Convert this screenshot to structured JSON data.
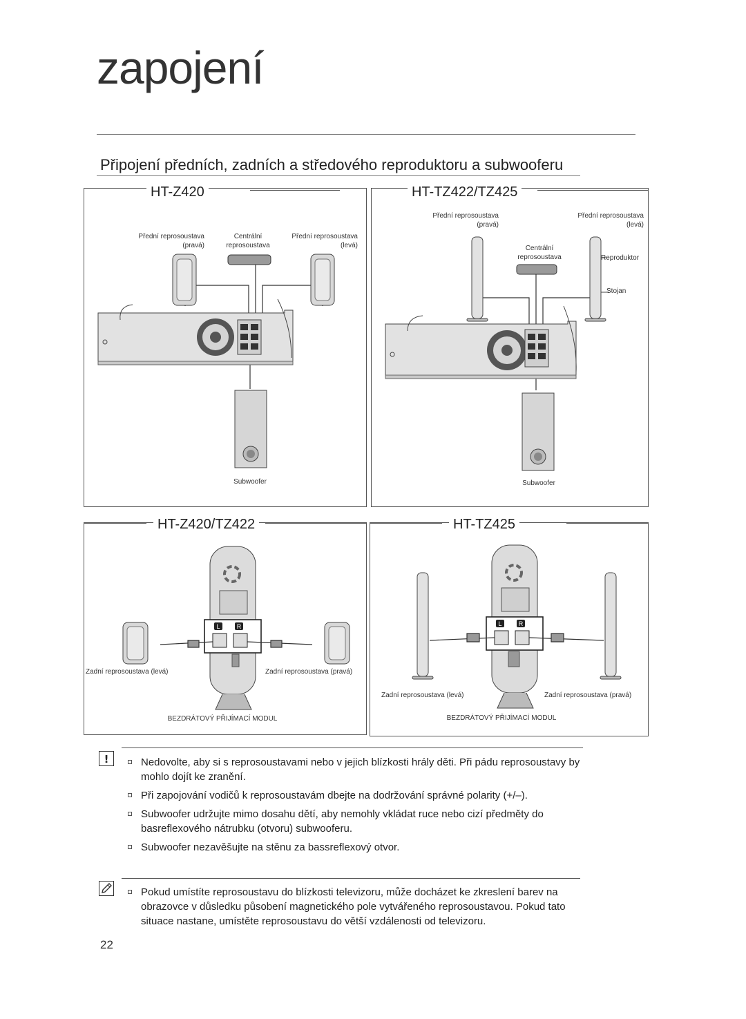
{
  "header": {
    "section_title": "zapojení",
    "subtitle": "Připojení předních, zadních a středového reproduktoru a subwooferu"
  },
  "diagrams": {
    "front_left": {
      "heading": "HT-Z420",
      "front_right_line1": "Přední reprosoustava",
      "front_right_line2": "(pravá)",
      "center_line1": "Centrální",
      "center_line2": "reprosoustava",
      "front_left_line1": "Přední reprosoustava",
      "front_left_line2": "(levá)",
      "subwoofer": "Subwoofer"
    },
    "front_right": {
      "heading": "HT-TZ422/TZ425",
      "front_right_line1": "Přední reprosoustava",
      "front_right_line2": "(pravá)",
      "front_left_line1": "Přední reprosoustava",
      "front_left_line2": "(levá)",
      "center_line1": "Centrální",
      "center_line2": "reprosoustava",
      "speaker_label": "Reproduktor",
      "stand_label": "Stojan",
      "subwoofer": "Subwoofer"
    },
    "rear_left": {
      "heading": "HT-Z420/TZ422",
      "rear_left": "Zadní reprosoustava (levá)",
      "rear_right": "Zadní reprosoustava (pravá)",
      "module": "BEZDRÁTOVÝ PŘIJÍMACÍ MODUL"
    },
    "rear_right": {
      "heading": "HT-TZ425",
      "rear_left": "Zadní reprosoustava (levá)",
      "rear_right": "Zadní reprosoustava (pravá)",
      "module": "BEZDRÁTOVÝ PŘIJÍMACÍ MODUL"
    },
    "terminal_l": "L",
    "terminal_r": "R"
  },
  "caution": {
    "icon": "!",
    "items": [
      "Nedovolte, aby si s reprosoustavami nebo v jejich blízkosti hrály děti. Při pádu reprosoustavy by mohlo dojít ke zranění.",
      "Při zapojování vodičů k reprosoustavám dbejte na dodržování správné polarity (+/–).",
      "Subwoofer udržujte mimo dosahu dětí, aby nemohly vkládat ruce nebo cizí předměty do basreflexového nátrubku (otvoru) subwooferu.",
      "Subwoofer nezavěšujte na stěnu za bassreflexový otvor."
    ]
  },
  "note": {
    "icon": "note-pencil-icon",
    "items": [
      "Pokud umístíte reprosoustavu do blízkosti televizoru, může docházet ke zkreslení barev na obrazovce v důsledku působení magnetického pole vytvářeného reprosoustavou. Pokud tato situace nastane, umístěte reprosoustavu do větší vzdálenosti od televizoru."
    ]
  },
  "footer": {
    "page_number": "22"
  }
}
